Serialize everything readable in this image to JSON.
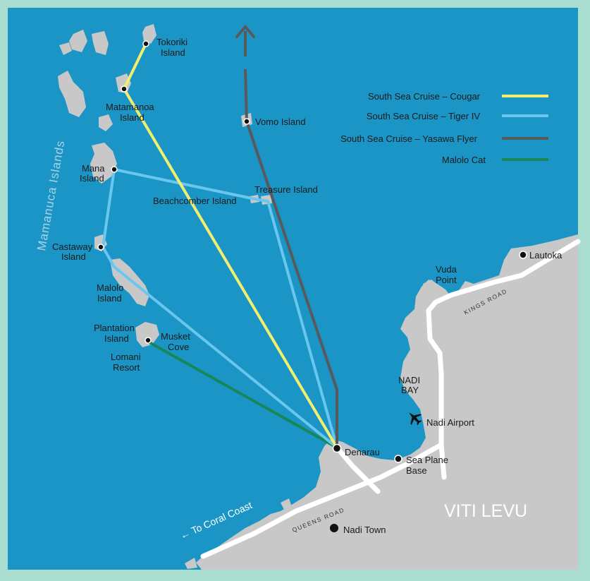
{
  "colors": {
    "frame": "#a9ddd0",
    "sea": "#1a95c6",
    "land": "#c8c8c8",
    "road": "#ffffff",
    "route_cougar": "#f2ef6e",
    "route_tiger": "#69c6ee",
    "route_yasawa": "#58595b",
    "route_malolo": "#17875a"
  },
  "legend": [
    {
      "label": "South Sea Cruise – Cougar",
      "color": "#f2ef6e"
    },
    {
      "label": "South Sea Cruise – Tiger IV",
      "color": "#69c6ee"
    },
    {
      "label": "South Sea Cruise – Yasawa Flyer",
      "color": "#58595b"
    },
    {
      "label": "Malolo Cat",
      "color": "#17875a"
    }
  ],
  "labels": {
    "tokoriki": [
      "Tokoriki",
      "Island"
    ],
    "matamanoa": [
      "Matamanoa",
      "Island"
    ],
    "vomo": "Vomo Island",
    "mana": [
      "Mana",
      "Island"
    ],
    "treasure": "Treasure Island",
    "beachcomber": "Beachcomber Island",
    "castaway": [
      "Castaway",
      "Island"
    ],
    "malolo": [
      "Malolo",
      "Island"
    ],
    "plantation": [
      "Plantation",
      "Island"
    ],
    "musket": [
      "Musket",
      "Cove"
    ],
    "lomani": [
      "Lomani",
      "Resort"
    ],
    "denarau": "Denarau",
    "seaplane": [
      "Sea Plane",
      "Base"
    ],
    "nadi_airport": "Nadi Airport",
    "nadi_bay": [
      "NADI",
      "BAY"
    ],
    "vuda": [
      "Vuda",
      "Point"
    ],
    "lautoka": "Lautoka",
    "nadi_town": "Nadi Town",
    "viti_levu": "VITI LEVU",
    "kings_road": "KINGS ROAD",
    "queens_road": "QUEENS ROAD",
    "mamanuca": "Mamanuca Islands",
    "coral_coast": "← To Coral Coast"
  },
  "icons": {
    "airport": "airplane-icon",
    "location": "location-dot-icon",
    "north_arrow": "arrow-up-icon"
  }
}
